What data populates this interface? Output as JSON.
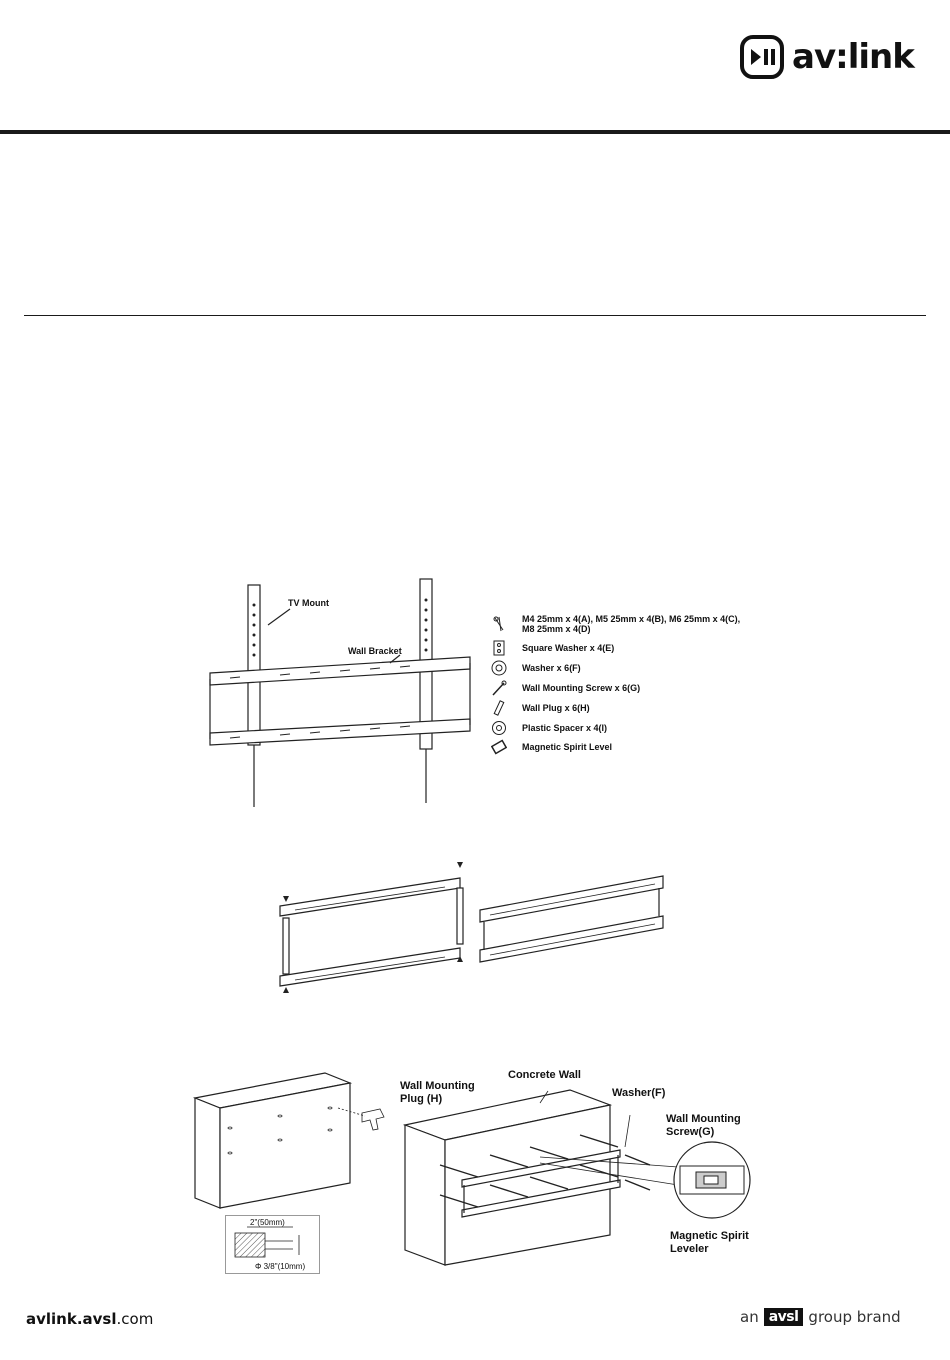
{
  "header": {
    "brand_name": "av:link"
  },
  "figure1": {
    "tv_mount_label": "TV Mount",
    "wall_bracket_label": "Wall Bracket",
    "parts": [
      {
        "icon": "screw-set-icon",
        "label": "M4 25mm x 4(A), M5 25mm x 4(B), M6 25mm x 4(C),",
        "label2": "M8 25mm x 4(D)"
      },
      {
        "icon": "square-washer-icon",
        "label": "Square Washer x 4(E)"
      },
      {
        "icon": "washer-icon",
        "label": "Washer x 6(F)"
      },
      {
        "icon": "wall-screw-icon",
        "label": "Wall Mounting Screw x 6(G)"
      },
      {
        "icon": "wall-plug-icon",
        "label": "Wall Plug x 6(H)"
      },
      {
        "icon": "plastic-spacer-icon",
        "label": "Plastic Spacer x 4(I)"
      },
      {
        "icon": "spirit-level-icon",
        "label": "Magnetic Spirit Level"
      }
    ]
  },
  "figure3": {
    "drill_depth": "2\"(50mm)",
    "drill_diameter": "Φ 3/8\"(10mm)",
    "plug_label": "Wall Mounting Plug (H)",
    "concrete_label": "Concrete Wall",
    "washer_label": "Washer(F)",
    "screw_label": "Wall Mounting Screw(G)",
    "level_label": "Magnetic Spirit Leveler"
  },
  "footer": {
    "site_bold": "avlink.avsl",
    "site_tail": ".com",
    "group_prefix": "an",
    "group_logo": "avsl",
    "group_suffix": "group brand"
  }
}
